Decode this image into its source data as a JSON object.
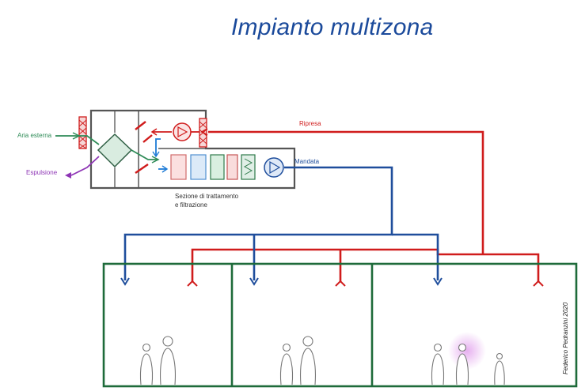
{
  "title": "Impianto multizona",
  "labels": {
    "aria_esterna": "Aria esterna",
    "espulsione": "Espulsione",
    "ripresa": "Ripresa",
    "mandata": "Mandata",
    "sezione_line1": "Sezione di trattamento",
    "sezione_line2": "e filtrazione",
    "credit": "Federico Pedranzini 2020"
  },
  "colors": {
    "supply": "#1f4e9c",
    "return": "#d01c1c",
    "outdoor_air": "#2e8b57",
    "exhaust": "#8e35b5",
    "room_outline": "#1e6b3a",
    "unit_outline": "#555555",
    "title": "#1b4a9b",
    "highlight": "#d98fe6"
  },
  "zones": [
    {
      "name": "zone-1",
      "people": 2
    },
    {
      "name": "zone-2",
      "people": 2
    },
    {
      "name": "zone-3",
      "people": 3
    }
  ]
}
